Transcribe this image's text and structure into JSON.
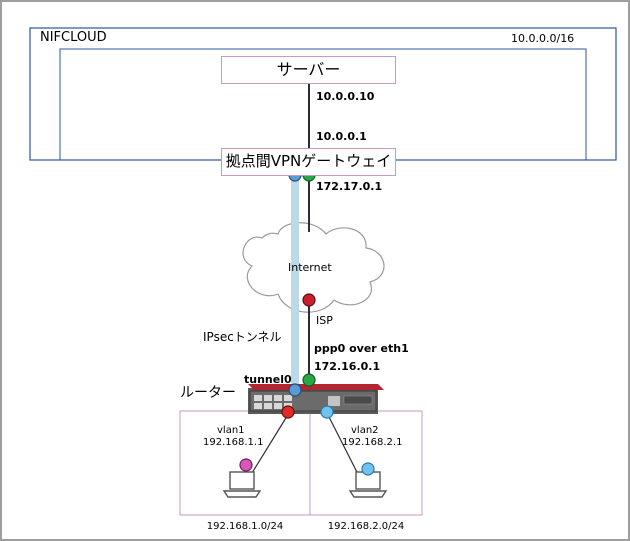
{
  "cloud": {
    "name": "NIFCLOUD",
    "cidr": "10.0.0.0/16",
    "server": "サーバー",
    "server_ip": "10.0.0.10",
    "gateway_inside_ip": "10.0.0.1",
    "gateway": "拠点間VPNゲートウェイ",
    "gateway_public_ip": "172.17.0.1"
  },
  "internet": {
    "label": "Internet",
    "isp": "ISP"
  },
  "tunnel": {
    "label": "IPsecトンネル",
    "interface": "tunnel0"
  },
  "router": {
    "name": "ルーター",
    "wan_if": "ppp0 over eth1",
    "wan_ip": "172.16.0.1"
  },
  "lans": [
    {
      "vlan": "vlan1",
      "ip": "192.168.1.1",
      "subnet": "192.168.1.0/24"
    },
    {
      "vlan": "vlan2",
      "ip": "192.168.2.1",
      "subnet": "192.168.2.0/24"
    }
  ],
  "colors": {
    "frame": "#9e9e9e",
    "vpc_border": "#2b55a8",
    "box_border": "#c79ac2",
    "tunnel": "#bcd9ec",
    "node_blue": "#5b9bd5",
    "node_green": "#27a845",
    "node_red": "#cc1f2e",
    "node_pink": "#d957b8",
    "node_lightblue": "#6fc3ef"
  }
}
